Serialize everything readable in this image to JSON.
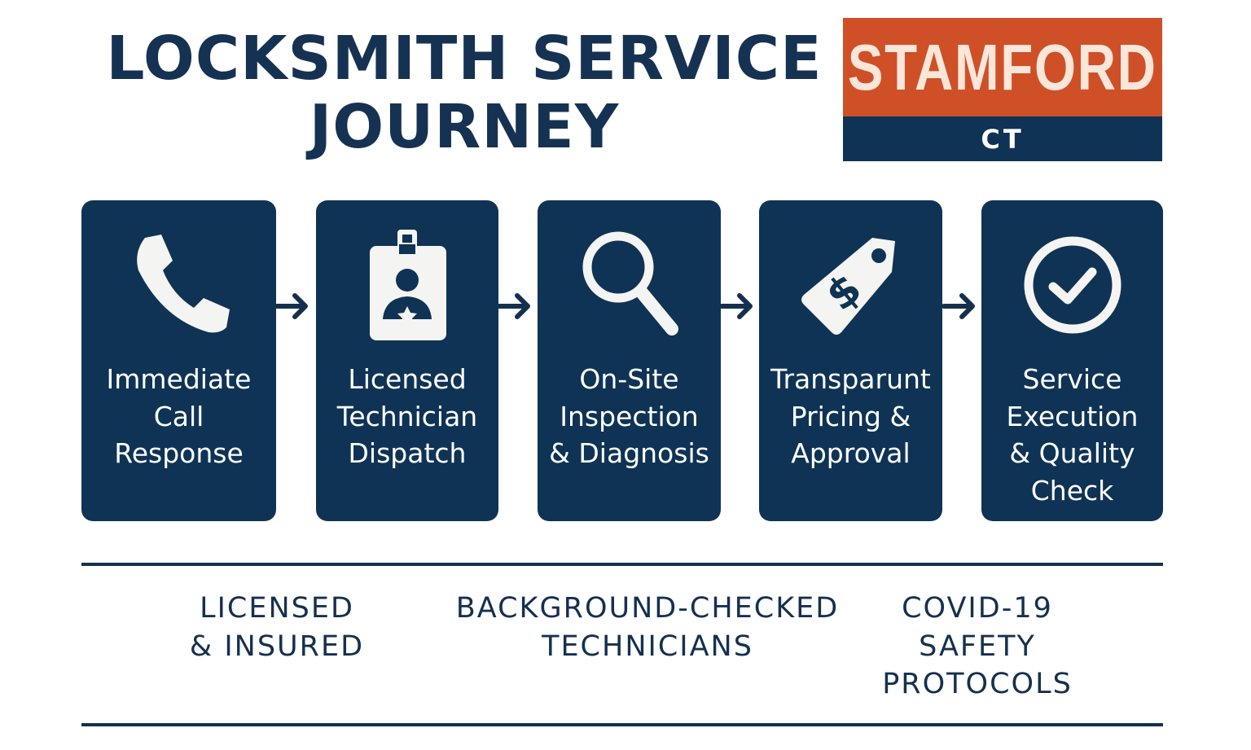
{
  "title": {
    "line1": "LOCKSMITH SERVICE",
    "line2": "JOURNEY"
  },
  "badge": {
    "city": "STAMFORD",
    "state": "CT"
  },
  "colors": {
    "navy": "#0f3355",
    "orange": "#cf5027",
    "white": "#ffffff"
  },
  "steps": [
    {
      "icon": "phone-icon",
      "lines": [
        "Immediate",
        "Call",
        "Response"
      ]
    },
    {
      "icon": "id-badge-icon",
      "lines": [
        "Licensed",
        "Technician",
        "Dispatch"
      ]
    },
    {
      "icon": "magnifier-icon",
      "lines": [
        "On-Site",
        "Inspection",
        "& Diagnosis"
      ]
    },
    {
      "icon": "price-tag-icon",
      "lines": [
        "Transparunt",
        "Pricing &",
        "Approval"
      ]
    },
    {
      "icon": "check-circle-icon",
      "lines": [
        "Service",
        "Execution",
        "& Quality",
        "Check"
      ]
    }
  ],
  "features": [
    {
      "lines": [
        "LICENSED",
        "& INSURED"
      ]
    },
    {
      "lines": [
        "BACKGROUND-CHECKED",
        "TECHNICIANS"
      ]
    },
    {
      "lines": [
        "COVID-19",
        "SAFETY",
        "PROTOCOLS"
      ]
    }
  ]
}
